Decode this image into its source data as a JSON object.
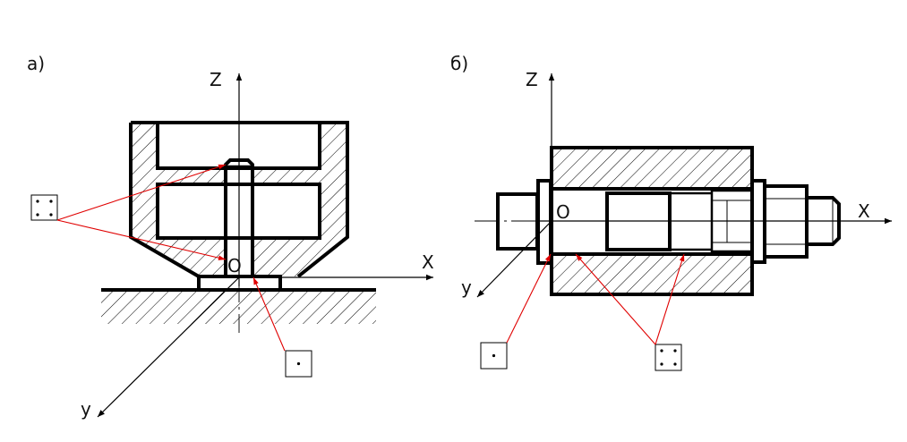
{
  "diagram_a": {
    "label": "а)",
    "axis_z": "Z",
    "axis_x": "X",
    "axis_y": "y",
    "origin": "O"
  },
  "diagram_b": {
    "label": "б)",
    "axis_z": "Z",
    "axis_x": "X",
    "axis_y": "y",
    "origin": "O"
  },
  "colors": {
    "leader": "#e00000",
    "line": "#000000"
  },
  "symbols": {
    "four_dot_box": "four-dot-support-symbol",
    "one_dot_box": "one-dot-support-symbol"
  }
}
